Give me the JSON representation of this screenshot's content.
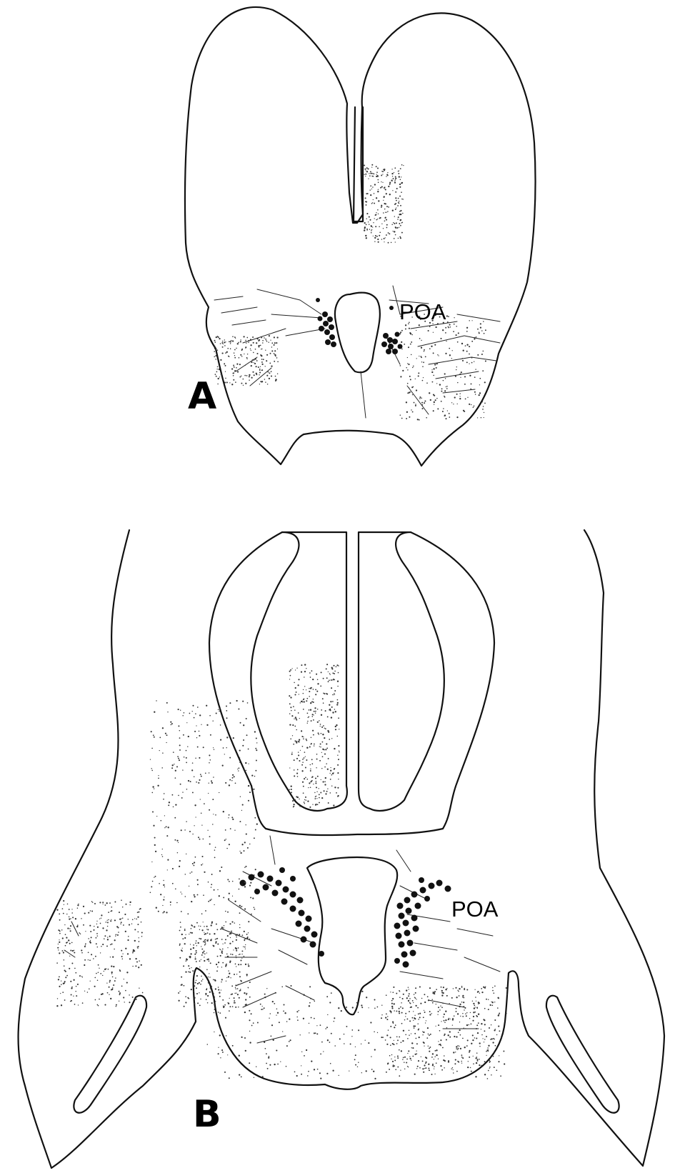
{
  "panels": [
    {
      "letter": "A",
      "region_label": "POA"
    },
    {
      "letter": "B",
      "region_label": "POA"
    }
  ],
  "colors": {
    "ink": "#111111",
    "background": "#ffffff"
  }
}
